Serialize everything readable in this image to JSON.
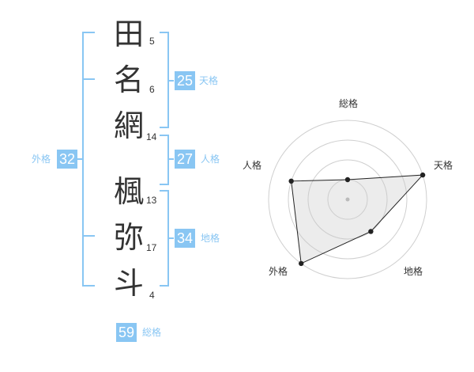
{
  "name_chars": [
    {
      "char": "田",
      "strokes": "5"
    },
    {
      "char": "名",
      "strokes": "6"
    },
    {
      "char": "網",
      "strokes": "14"
    },
    {
      "char": "楓",
      "strokes": "13"
    },
    {
      "char": "弥",
      "strokes": "17"
    },
    {
      "char": "斗",
      "strokes": "4"
    }
  ],
  "kakusu": {
    "tenkaku": {
      "value": "25",
      "label": "天格"
    },
    "jinkaku": {
      "value": "27",
      "label": "人格"
    },
    "chikaku": {
      "value": "34",
      "label": "地格"
    },
    "gaikaku": {
      "value": "32",
      "label": "外格"
    },
    "soukaku": {
      "value": "59",
      "label": "総格"
    }
  },
  "accent_color": "#89c6f3",
  "chart_data": {
    "type": "radar",
    "axes": [
      "総格",
      "天格",
      "地格",
      "外格",
      "人格"
    ],
    "values": [
      0.25,
      1.0,
      0.5,
      1.0,
      0.75
    ],
    "rings": 4,
    "range": [
      0,
      1
    ]
  }
}
